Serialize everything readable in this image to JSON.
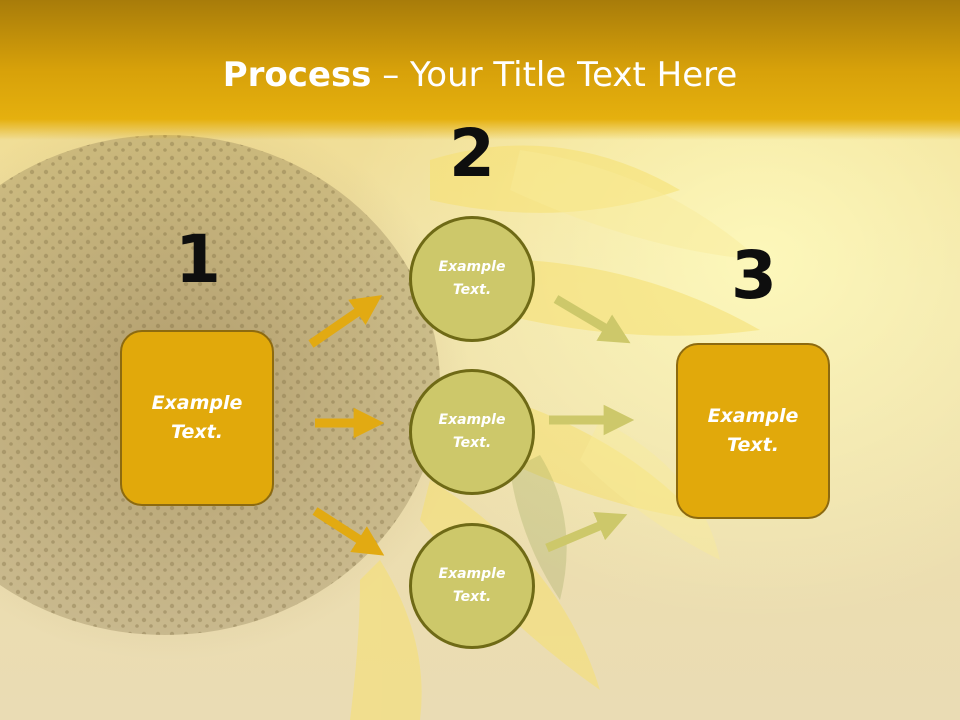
{
  "title": {
    "bold": "Process",
    "rest": " – Your Title Text Here"
  },
  "steps": {
    "step1": {
      "number": "1",
      "text": "Example\nText."
    },
    "step2": {
      "number": "2",
      "items": [
        "Example\nText.",
        "Example\nText.",
        "Example\nText."
      ]
    },
    "step3": {
      "number": "3",
      "text": "Example\nText."
    }
  },
  "colors": {
    "title_bar": "#d7a10a",
    "box_fill": "#e1a90b",
    "circle_fill": "#cdc86a",
    "arrow_gold": "#e2aa12",
    "arrow_olive": "#cdc86a",
    "number_text": "#0e0e0e"
  },
  "background": "sunflower-photo"
}
